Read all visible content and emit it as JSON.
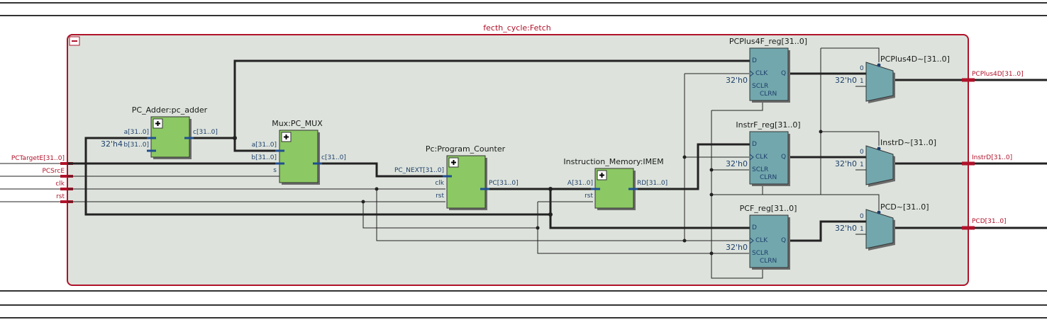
{
  "group": {
    "title": "fecth_cycle:Fetch"
  },
  "ports": {
    "inputs": [
      "PCTargetE[31..0]",
      "PCSrcE",
      "clk",
      "rst"
    ],
    "outputs": [
      "PCPlus4D[31..0]",
      "InstrD[31..0]",
      "PCD[31..0]"
    ]
  },
  "blocks": {
    "pc_adder": {
      "title": "PC_Adder:pc_adder",
      "a": "a[31..0]",
      "b": "b[31..0]",
      "c": "c[31..0]",
      "const": "32'h4"
    },
    "pc_mux": {
      "title": "Mux:PC_MUX",
      "a": "a[31..0]",
      "b": "b[31..0]",
      "s": "s",
      "c": "c[31..0]"
    },
    "pc": {
      "title": "Pc:Program_Counter",
      "pc_next": "PC_NEXT[31..0]",
      "clk": "clk",
      "rst": "rst",
      "pc": "PC[31..0]"
    },
    "imem": {
      "title": "Instruction_Memory:IMEM",
      "a": "A[31..0]",
      "rst": "rst",
      "rd": "RD[31..0]"
    }
  },
  "regs": [
    {
      "title": "PCPlus4F_reg[31..0]",
      "d": "D",
      "clk": "CLK",
      "sclr": "SCLR",
      "clrn": "CLRN",
      "q": "Q",
      "const": "32'h0"
    },
    {
      "title": "InstrF_reg[31..0]",
      "d": "D",
      "clk": "CLK",
      "sclr": "SCLR",
      "clrn": "CLRN",
      "q": "Q",
      "const": "32'h0"
    },
    {
      "title": "PCF_reg[31..0]",
      "d": "D",
      "clk": "CLK",
      "sclr": "SCLR",
      "clrn": "CLRN",
      "q": "Q",
      "const": "32'h0"
    }
  ],
  "muxes": [
    {
      "title": "PCPlus4D~[31..0]",
      "in0": "0",
      "in1": "1",
      "const": "32'h0"
    },
    {
      "title": "InstrD~[31..0]",
      "in0": "0",
      "in1": "1",
      "const": "32'h0"
    },
    {
      "title": "PCD~[31..0]",
      "in0": "0",
      "in1": "1",
      "const": "32'h0"
    }
  ],
  "colors": {
    "group_border": "#b0122a",
    "group_fill": "#dde3dc",
    "hier_block": "#8cc864",
    "register": "#72a7ad",
    "port_label": "#b0122a",
    "pin_label": "#1f3f6b"
  },
  "icons": {
    "collapse": "minus-box-icon",
    "expand": "plus-box-icon"
  }
}
